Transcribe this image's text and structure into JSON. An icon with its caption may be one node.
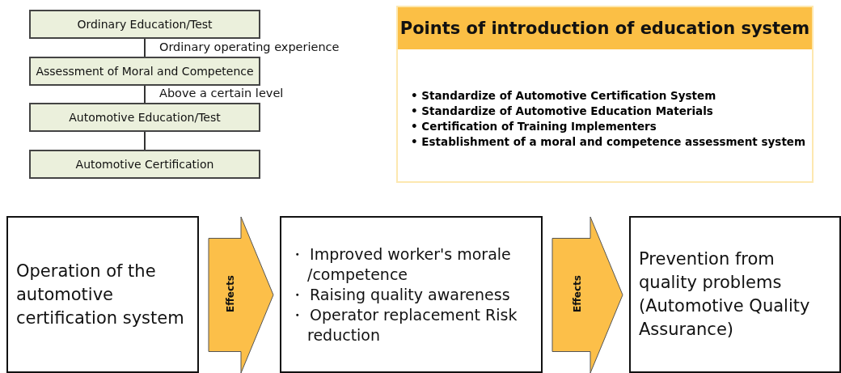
{
  "diagram": {
    "nodes": [
      {
        "text": [
          "Ordinary Education/Test"
        ]
      },
      {
        "text": [
          "Assessment of Moral and Competence"
        ]
      },
      {
        "text": [
          "Automotive Education/Test"
        ]
      },
      {
        "text": [
          "Automotive Certification"
        ]
      },
      {
        "text": [
          "Points of introduction of education system",
          "• Standardize of Automotive Certification System",
          "• Standardize of Automotive Education Materials",
          "• Certification of Training Implementers",
          "• Establishment of a moral and competence assessment system"
        ]
      },
      {
        "text": [
          "Operation of the automotive certification system"
        ]
      },
      {
        "text": [
          "・ Improved worker's morale /competence",
          "・ Raising quality awareness",
          "・ Operator replacement Risk reduction"
        ]
      },
      {
        "text": [
          "Prevention from quality problems (Automotive Quality Assurance)"
        ]
      }
    ],
    "edges": [
      {
        "from": 0,
        "to": 1,
        "arrow": "none",
        "label": "Ordinary operating experience"
      },
      {
        "from": 1,
        "to": 2,
        "arrow": "none",
        "label": "Above a certain level"
      },
      {
        "from": 2,
        "to": 3,
        "arrow": "none"
      },
      {
        "from": 5,
        "to": 6,
        "arrow": "to",
        "label": "Effects",
        "style": "thick",
        "color": "#fcbf49"
      },
      {
        "from": 6,
        "to": 7,
        "arrow": "to",
        "label": "Effects",
        "style": "thick",
        "color": "#fcbf49"
      }
    ]
  }
}
